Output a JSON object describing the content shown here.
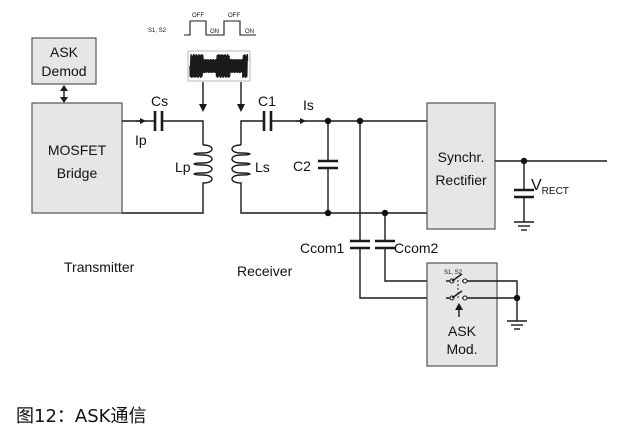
{
  "blocks": {
    "ask_demod": [
      "ASK",
      "Demod"
    ],
    "mosfet": [
      "MOSFET",
      "Bridge"
    ],
    "rectifier": [
      "Synchr.",
      "Rectifier"
    ],
    "ask_mod": [
      "ASK",
      "Mod."
    ]
  },
  "components": {
    "cs": "Cs",
    "ip": "Ip",
    "lp": "Lp",
    "ls": "Ls",
    "c1": "C1",
    "is": "Is",
    "c2": "C2",
    "ccom1": "Ccom1",
    "ccom2": "Ccom2",
    "vrect_main": "V",
    "vrect_sub": "RECT"
  },
  "sections": {
    "transmitter": "Transmitter",
    "receiver": "Receiver"
  },
  "waveform": {
    "signal_label": "S1, S2",
    "off_label": "OFF",
    "on_label": "ON"
  },
  "switch_label": "S1, S2",
  "caption": "图12：ASK通信"
}
